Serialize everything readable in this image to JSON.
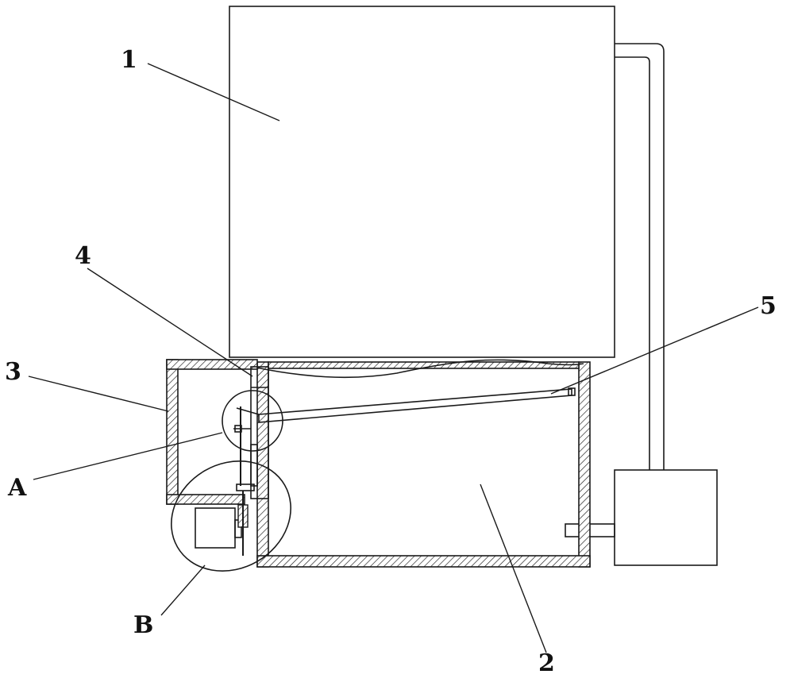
{
  "labels": {
    "main_unit": "1",
    "lower_tank": "2",
    "side_chamber": "3",
    "vertical_panel": "4",
    "float_arm": "5",
    "detail_a": "A",
    "detail_b": "B"
  },
  "colors": {
    "line": "#1a1a1a",
    "background": "#ffffff"
  }
}
